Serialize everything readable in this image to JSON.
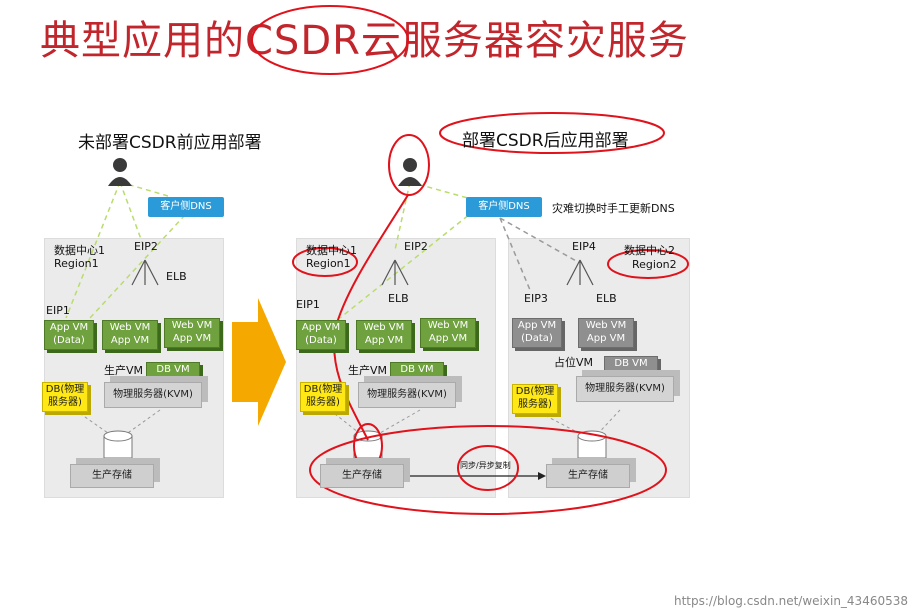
{
  "title": "典型应用的CSDR云服务器容灾服务",
  "before": {
    "heading": "未部署CSDR前应用部署",
    "dns": "客户侧DNS",
    "dc": "数据中心1",
    "region": "Region1",
    "eip1": "EIP1",
    "eip2": "EIP2",
    "elb": "ELB",
    "app_vm": "App VM\n(Data)",
    "web_vm1": "Web VM\nApp VM",
    "web_vm2": "Web VM\nApp VM",
    "prod_vm": "生产VM",
    "db_vm": "DB VM",
    "db_phys": "DB(物理\n服务器)",
    "server": "物理服务器(KVM)",
    "storage": "生产存储"
  },
  "after": {
    "heading": "部署CSDR后应用部署",
    "dns": "客户侧DNS",
    "dns_note": "灾难切换时手工更新DNS",
    "dc1": "数据中心1",
    "region1": "Region1",
    "dc2": "数据中心2",
    "region2": "Region2",
    "eip1": "EIP1",
    "eip2": "EIP2",
    "eip3": "EIP3",
    "eip4": "EIP4",
    "elb": "ELB",
    "elb2": "ELB",
    "app_vm": "App VM\n(Data)",
    "web_vm1": "Web VM\nApp VM",
    "web_vm2": "Web VM\nApp VM",
    "app_vm2": "App VM\n(Data)",
    "web_vm3": "Web VM\nApp VM",
    "prod_vm": "生产VM",
    "db_vm": "DB VM",
    "placeholder_vm": "占位VM",
    "db_vm2": "DB VM",
    "db_phys": "DB(物理\n服务器)",
    "server": "物理服务器(KVM)",
    "db_phys2": "DB(物理\n服务器)",
    "server2": "物理服务器(KVM)",
    "storage": "生产存储",
    "storage2": "生产存储",
    "replication": "同步/异步复制"
  },
  "watermark": "https://blog.csdn.net/weixin_43460538",
  "colors": {
    "title": "#c0262c",
    "vm": "#6fa13f",
    "vm_gray": "#8f8f8f",
    "db": "#ffe814",
    "dns": "#2a9bd8",
    "annotation": "#e0121b",
    "arrow": "#f5a800"
  }
}
